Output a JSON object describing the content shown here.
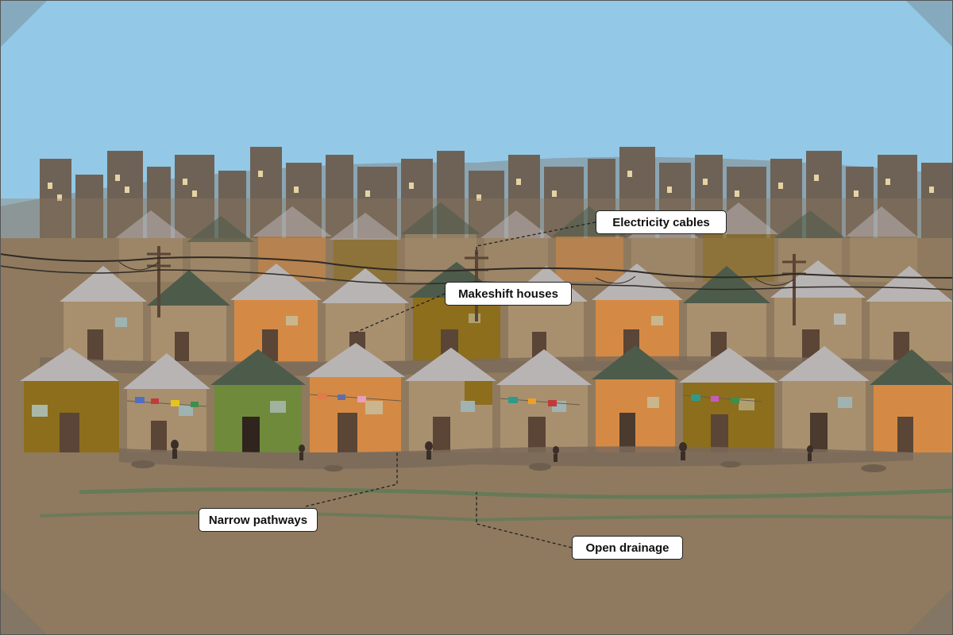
{
  "scene": {
    "colors": {
      "sky": "#93c9e6",
      "ground": "#8f7a5f",
      "city": "#6e6256",
      "orange": "#d48a45",
      "mustard": "#8c6e1c",
      "green": "#6f8a3a",
      "tan": "#a8906f",
      "roof_gray": "#b9b4b4",
      "roof_green": "#4d5b4b",
      "drain": "#5d7a55",
      "wire": "#2f2a25"
    }
  },
  "labels": {
    "electricity": "Electricity cables",
    "houses": "Makeshift houses",
    "pathways": "Narrow pathways",
    "drainage": "Open drainage"
  }
}
